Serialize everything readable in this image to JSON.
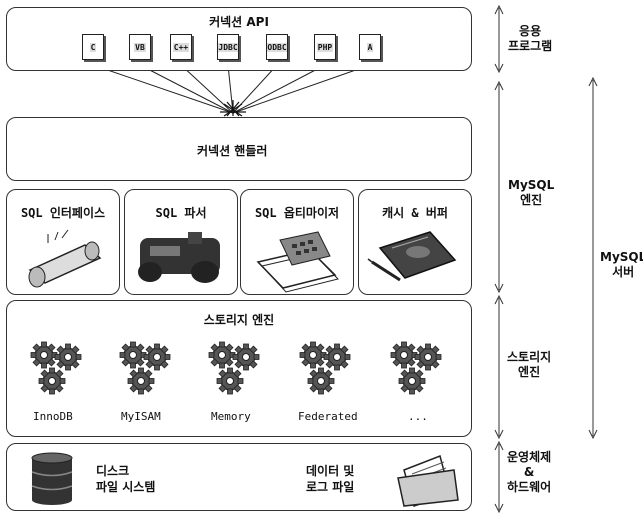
{
  "connection_api": {
    "title": "커넥션 API",
    "clients": [
      "C",
      "VB",
      "C++",
      "JDBC",
      "ODBC",
      "PHP",
      "A"
    ]
  },
  "connection_handler": {
    "label": "커넥션 핸들러"
  },
  "components": [
    {
      "label": "SQL 인터페이스"
    },
    {
      "label": "SQL 파서"
    },
    {
      "label": "SQL 옵티마이저"
    },
    {
      "label": "캐시 & 버퍼"
    }
  ],
  "storage_engine": {
    "title": "스토리지 엔진",
    "engines": [
      "InnoDB",
      "MyISAM",
      "Memory",
      "Federated",
      "..."
    ]
  },
  "os_layer": {
    "disk_label_line1": "디스크",
    "disk_label_line2": "파일 시스템",
    "files_label_line1": "데이터 및",
    "files_label_line2": "로그 파일"
  },
  "side_labels": {
    "app": [
      "응용",
      "프로그램"
    ],
    "mysql_engine": [
      "MySQL",
      "엔진"
    ],
    "mysql_server": [
      "MySQL",
      "서버"
    ],
    "storage": [
      "스토리지",
      "엔진"
    ],
    "os": [
      "운영체제",
      "&",
      "하드웨어"
    ]
  }
}
